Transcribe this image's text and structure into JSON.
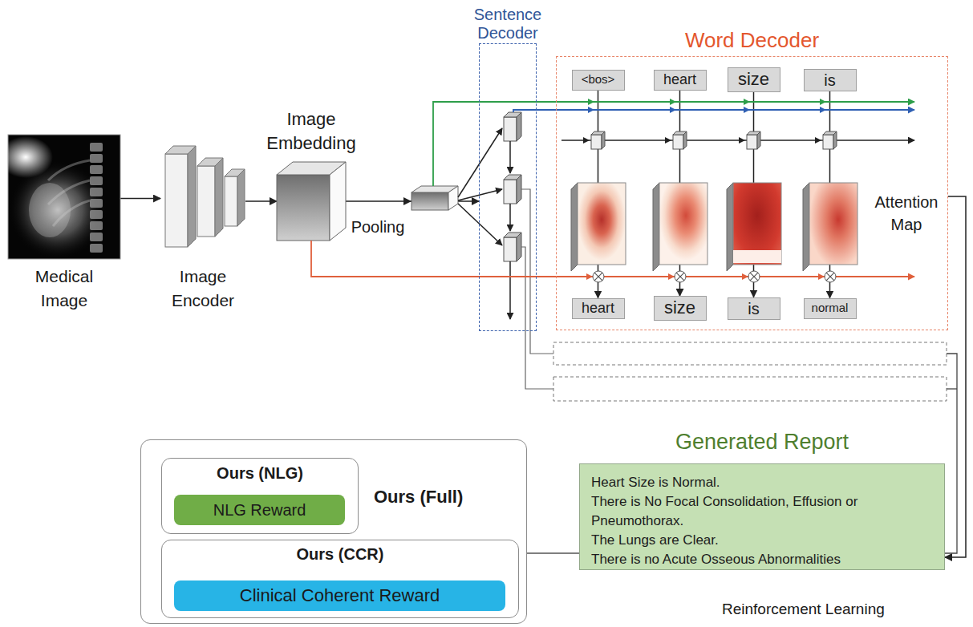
{
  "diagram": {
    "nodes": [
      {
        "text": [
          "Medical Image"
        ]
      },
      {
        "text": [
          "Image Encoder"
        ]
      },
      {
        "text": [
          "Image Embedding"
        ]
      },
      {
        "text": [
          "Sentence Decoder"
        ]
      },
      {
        "text": [
          "Word Decoder"
        ]
      },
      {
        "text": [
          "<bos>"
        ],
        "in": 4
      },
      {
        "text": [
          "heart"
        ],
        "in": 4
      },
      {
        "text": [
          "size"
        ],
        "in": 4
      },
      {
        "text": [
          "is"
        ],
        "in": 4
      },
      {
        "text": [
          "heart"
        ],
        "in": 4
      },
      {
        "text": [
          "size"
        ],
        "in": 4
      },
      {
        "text": [
          "is"
        ],
        "in": 4
      },
      {
        "text": [
          "normal"
        ],
        "in": 4
      },
      {
        "text": [
          "Generated Report",
          "Heart Size is Normal.",
          "There is No Focal Consolidation, Effusion or Pneumothorax.",
          "The Lungs are Clear.",
          "There is no Acute Osseous Abnormalities"
        ]
      },
      {
        "text": [
          "Ours (Full)"
        ]
      },
      {
        "text": [
          "Ours (NLG)"
        ],
        "in": 14
      },
      {
        "text": [
          "NLG Reward"
        ],
        "in": 15
      },
      {
        "text": [
          "Ours (CCR)"
        ],
        "in": 14
      },
      {
        "text": [
          "Clinical Coherent Reward"
        ],
        "in": 17
      }
    ],
    "edges": [
      {
        "from": 0,
        "to": 1,
        "arrow": "to"
      },
      {
        "from": 1,
        "to": 2,
        "arrow": "to"
      },
      {
        "from": 2,
        "to": 3,
        "label": "Pooling",
        "arrow": "to"
      },
      {
        "from": 5,
        "to": 9,
        "arrow": "to"
      },
      {
        "from": 6,
        "to": 10,
        "arrow": "to"
      },
      {
        "from": 7,
        "to": 11,
        "arrow": "to"
      },
      {
        "from": 8,
        "to": 12,
        "arrow": "to"
      },
      {
        "from": 4,
        "to": 13,
        "arrow": "to"
      },
      {
        "from": 13,
        "to": 14,
        "arrow": "none"
      }
    ],
    "labels": [
      "Attention Map",
      "Reinforcement Learning"
    ]
  }
}
